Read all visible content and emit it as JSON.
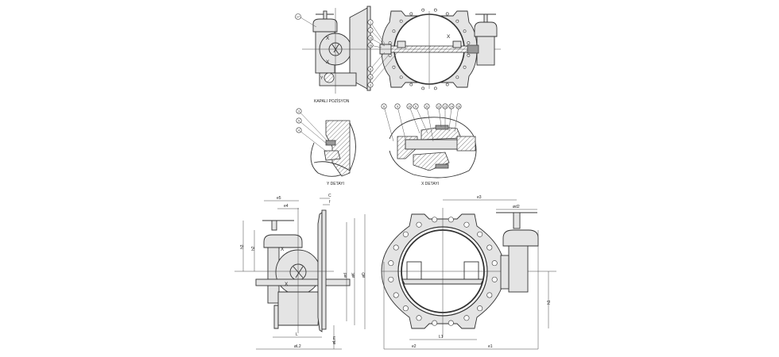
{
  "captions": {
    "closed_position": "KAPALI POZİSYON",
    "y_detail": "Y DETAYI",
    "x_detail": "X DETAYI"
  },
  "section_marks": {
    "x": "X",
    "y": "Y"
  },
  "callouts": {
    "side_view": [
      "17"
    ],
    "front_view": [
      "1",
      "2",
      "15",
      "16",
      "8",
      "11",
      "3"
    ],
    "y_detail": [
      "3",
      "5",
      "4"
    ],
    "x_detail": [
      "8",
      "9",
      "10",
      "6",
      "11",
      "12",
      "13",
      "14",
      "16"
    ]
  },
  "dimensions": {
    "e5": "e5",
    "e4": "e4",
    "C": "C",
    "f": "f",
    "h3": "h3",
    "h2": "h2",
    "d": "ød",
    "K": "øK",
    "D": "øD",
    "L": "L",
    "L2": "øL2",
    "Lm": "øLm",
    "e3": "e3",
    "d2": "ød2",
    "h1": "h1",
    "L1": "L1",
    "e2": "e2",
    "e1": "e1"
  }
}
